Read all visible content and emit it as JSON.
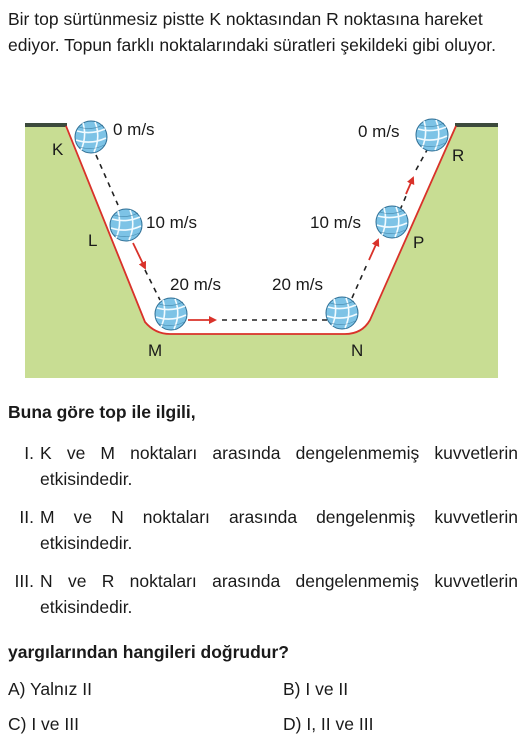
{
  "intro": "Bir top sürtünmesiz pistte K noktasından R noktasına hareket ediyor. Topun farklı noktalarındaki süratleri şekildeki gibi oluyor.",
  "figure": {
    "points": {
      "K": "K",
      "L": "L",
      "M": "M",
      "N": "N",
      "P": "P",
      "R": "R"
    },
    "speeds": {
      "K": "0 m/s",
      "L": "10 m/s",
      "M": "20 m/s",
      "N": "20 m/s",
      "P": "10 m/s",
      "R": "0 m/s"
    },
    "colors": {
      "ground": "#c8dd93",
      "track": "#d9322a",
      "arrow": "#d9322a",
      "ball": "#7dc3e6",
      "path_dash": "#222222",
      "ledge": "#3c4a3c"
    }
  },
  "lead": "Buna göre top ile ilgili,",
  "statements": [
    {
      "num": "I.",
      "text": "K ve M noktaları arasında dengelenmemiş kuvvetlerin etkisindedir."
    },
    {
      "num": "II.",
      "text": "M ve N noktaları arasında dengelenmiş kuvvetlerin etkisindedir."
    },
    {
      "num": "III.",
      "text": "N ve R noktaları arasında dengelenmemiş kuvvetlerin etkisindedir."
    }
  ],
  "question": "yargılarından hangileri doğrudur?",
  "options": {
    "A": "A) Yalnız II",
    "B": "B) I ve II",
    "C": "C) I ve III",
    "D": "D) I, II ve III"
  }
}
